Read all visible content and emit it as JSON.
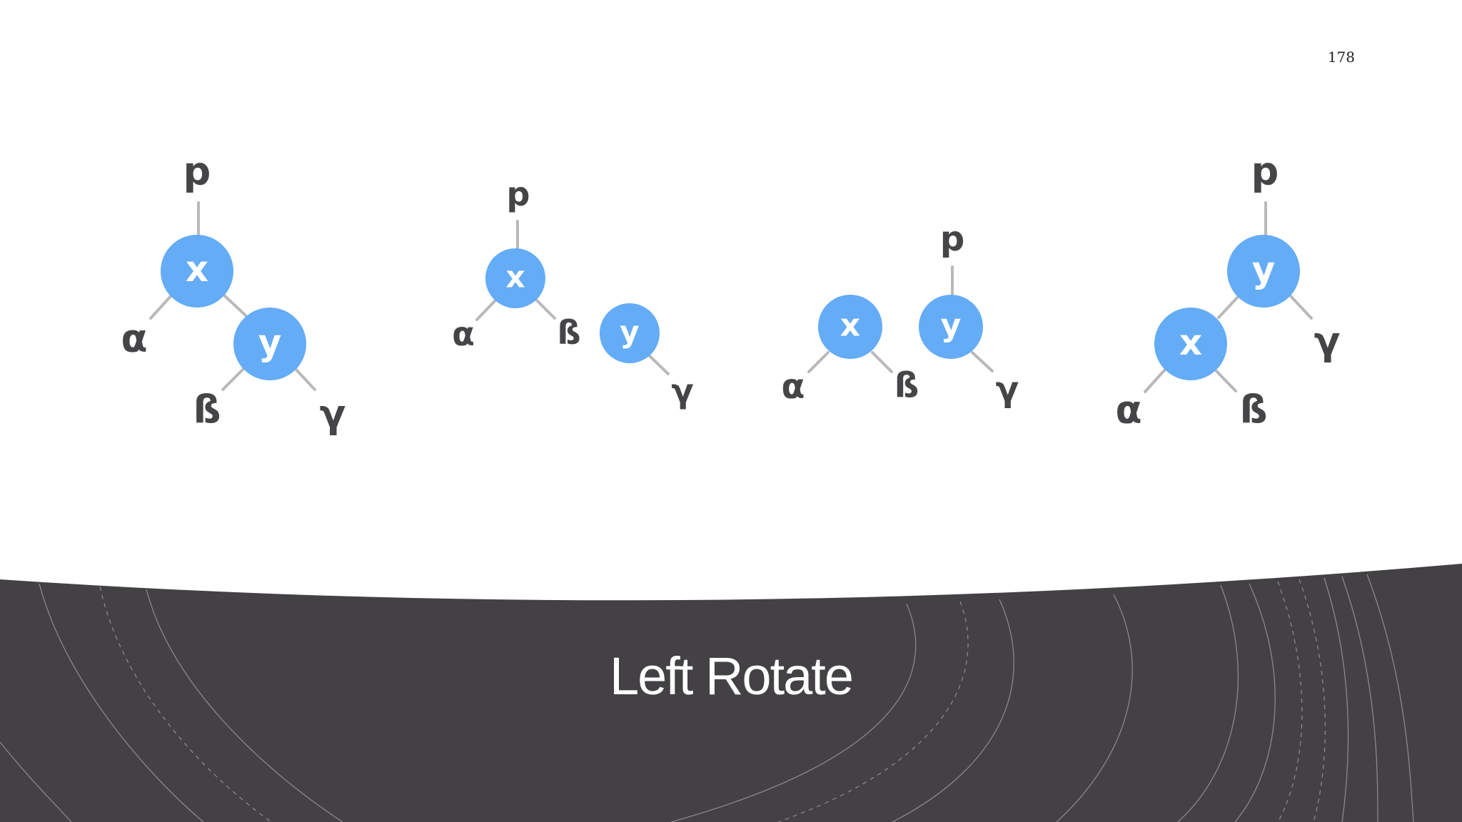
{
  "page_number": "178",
  "title": "Left Rotate",
  "colors": {
    "node": "#64acf6",
    "edge": "#b9b9b9",
    "label": "#454548",
    "band": "#434144"
  },
  "labels": {
    "p": "p",
    "x": "x",
    "y": "y",
    "alpha": "α",
    "beta": "ß",
    "gamma": "γ"
  }
}
